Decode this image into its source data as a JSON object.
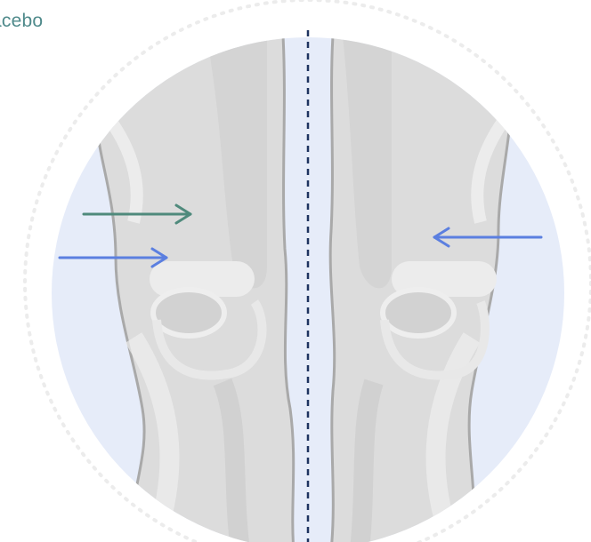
{
  "label": {
    "text": "acebo"
  },
  "colors": {
    "circle_bg": "#e6ecf9",
    "dotted_ring": "#ececec",
    "knee_fill": "#dedede",
    "knee_light": "#ececec",
    "knee_outline": "#a8a8a8",
    "center_line": "#1f3460",
    "teal_arrow": "#4f8a7c",
    "blue_arrow": "#5b7fe0"
  },
  "arrows": [
    {
      "name": "left-knee-upper-teal-arrow",
      "color": "teal",
      "direction": "right"
    },
    {
      "name": "left-knee-lower-blue-arrow",
      "color": "blue",
      "direction": "right"
    },
    {
      "name": "right-knee-blue-arrow",
      "color": "blue",
      "direction": "left"
    }
  ]
}
